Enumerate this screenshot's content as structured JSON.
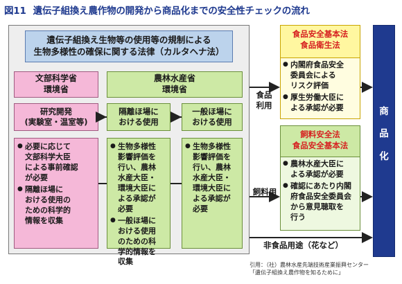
{
  "title": {
    "fig": "図11",
    "text": "遺伝子組換え農作物の開発から商品化までの安全性チェックの流れ"
  },
  "cartagena": {
    "line1": "遺伝子組換え生物等の使用等の規制による",
    "line2": "生物多様性の確保に関する法律（カルタヘナ法）"
  },
  "ministries": {
    "mext": {
      "line1": "文部科学省",
      "line2": "環境省"
    },
    "maff": {
      "line1": "農林水産省",
      "line2": "環境省"
    }
  },
  "stages": {
    "research": {
      "line1": "研究開発",
      "line2": "(実験室・温室等)"
    },
    "isolated": {
      "line1": "隔離ほ場に",
      "line2": "おける使用"
    },
    "general": {
      "line1": "一般ほ場に",
      "line2": "おける使用"
    }
  },
  "details": {
    "research": [
      "必要に応じて\n文部科学大臣\nによる事前確認\nが必要",
      "隔離ほ場に\nおける使用の\nための科学的\n情報を収集"
    ],
    "isolated": [
      "生物多様性\n影響評価を\n行い、農林\n水産大臣・\n環境大臣に\nよる承認が\n必要",
      "一般ほ場に\nおける使用\nのための科\n学的情報を\n収集"
    ],
    "general": [
      "生物多様性\n影響評価を\n行い、農林\n水産大臣・\n環境大臣に\nよる承認が\n必要"
    ]
  },
  "food": {
    "law_line1": "食品安全基本法",
    "law_line2": "食品衛生法",
    "route_line1": "食品",
    "route_line2": "利用",
    "items": [
      "内閣府食品安全\n委員会による\nリスク評価",
      "厚生労働大臣に\nよる承認が必要"
    ]
  },
  "feed": {
    "law_line1": "飼料安全法",
    "law_line2": "食品安全基本法",
    "route": "飼料用",
    "items": [
      "農林水産大臣に\nよる承認が必要",
      "確認にあたり内閣\n府食品安全委員会\nから意見聴取を\n行う"
    ]
  },
  "nonfood": {
    "route": "非食品用途（花など）"
  },
  "commercial": {
    "label": "商品化"
  },
  "source": {
    "line1": "引用：（社）農林水産先端技術産業振興センター",
    "line2": "「遺伝子組換え農作物を知るために」"
  },
  "colors": {
    "title": "#1f3a8f",
    "law_text": "#d62020",
    "pink": "#f5b8d8",
    "green": "#cde9a5",
    "blue_header": "#bcd3ec",
    "yellow": "#fff7a0",
    "commercial": "#1f3a8f"
  }
}
